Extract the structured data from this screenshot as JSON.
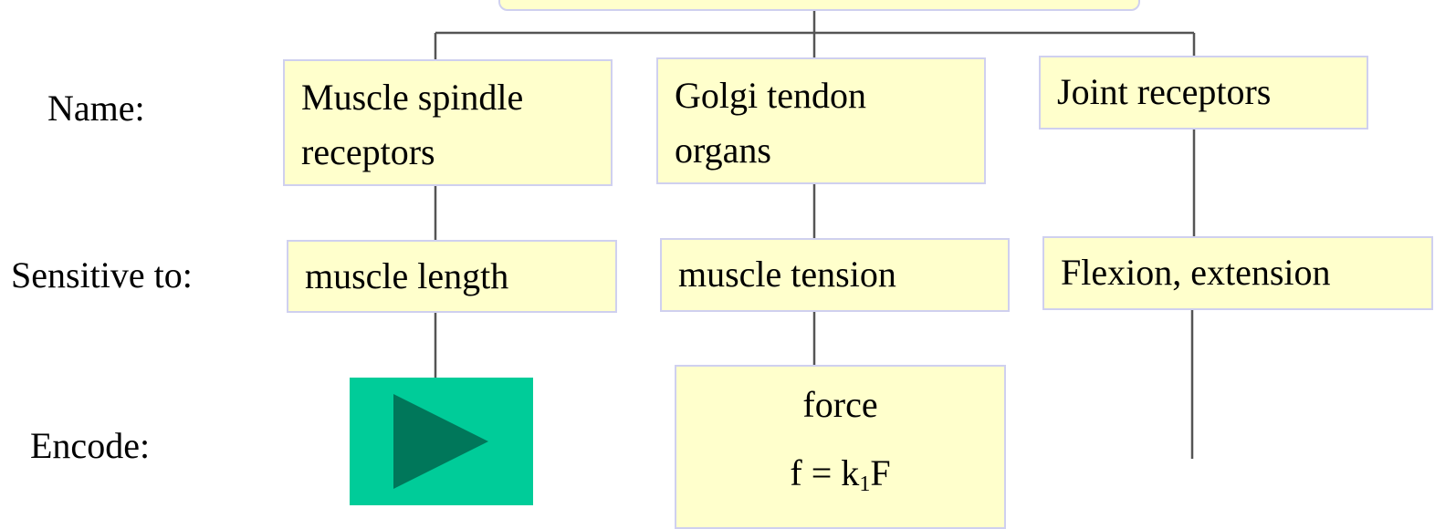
{
  "colors": {
    "box_fill": "#ffffcc",
    "box_border": "#cfd0ef",
    "line": "#555555",
    "play_button_bg": "#00cc99",
    "play_button_triangle": "#00775a"
  },
  "row_labels": {
    "name": "Name:",
    "sensitive": "Sensitive to:",
    "encode": "Encode:"
  },
  "columns": [
    {
      "name_lines": [
        "Muscle spindle",
        "receptors"
      ],
      "sensitive": "muscle length",
      "encode": {
        "type": "play-button",
        "icon": "play-icon"
      }
    },
    {
      "name_lines": [
        "Golgi tendon",
        "organs"
      ],
      "sensitive": "muscle tension",
      "encode": {
        "type": "text",
        "label": "force",
        "formula": {
          "lhs": "f = k",
          "sub": "1",
          "rhs": "F"
        }
      }
    },
    {
      "name_lines": [
        "Joint receptors"
      ],
      "sensitive": "Flexion, extension",
      "encode": null
    }
  ]
}
